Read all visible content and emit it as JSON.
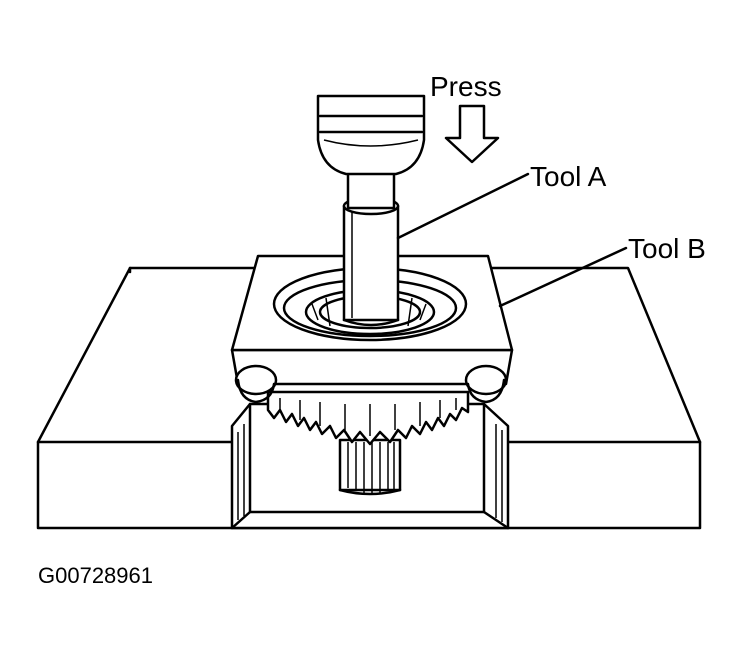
{
  "labels": {
    "press": "Press",
    "tool_a": "Tool A",
    "tool_b": "Tool B"
  },
  "figure_id": "G00728961",
  "colors": {
    "ink": "#000000",
    "paper": "#ffffff"
  }
}
